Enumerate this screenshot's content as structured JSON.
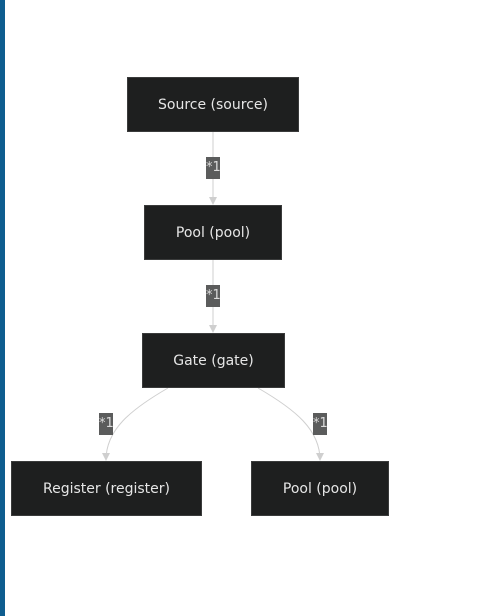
{
  "diagram": {
    "nodes": [
      {
        "id": "source",
        "label": "Source (source)"
      },
      {
        "id": "pool",
        "label": "Pool (pool)"
      },
      {
        "id": "gate",
        "label": "Gate (gate)"
      },
      {
        "id": "register",
        "label": "Register (register)"
      },
      {
        "id": "pool2",
        "label": "Pool (pool)"
      }
    ],
    "edges": [
      {
        "from": "source",
        "to": "pool",
        "label": "*1"
      },
      {
        "from": "pool",
        "to": "gate",
        "label": "*1"
      },
      {
        "from": "gate",
        "to": "register",
        "label": "*1"
      },
      {
        "from": "gate",
        "to": "pool2",
        "label": "*1"
      }
    ]
  },
  "colors": {
    "node_fill": "#1e1f1f",
    "node_text": "#e6e6e6",
    "edge": "#cfcfcf",
    "edge_label_bg": "#5b5c5c",
    "left_accent": "#0e5d8f"
  }
}
